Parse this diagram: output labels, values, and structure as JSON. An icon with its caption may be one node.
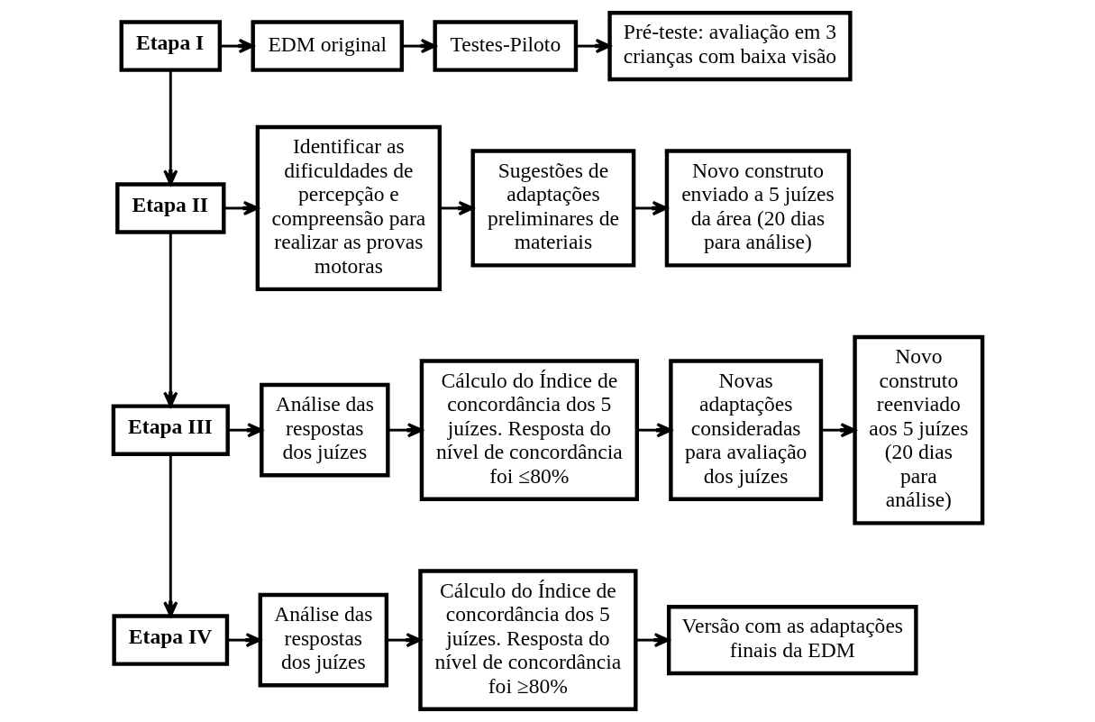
{
  "diagram": {
    "nodes": [
      {
        "text": [
          "Etapa I"
        ]
      },
      {
        "text": [
          "EDM original"
        ]
      },
      {
        "text": [
          "Testes-Piloto"
        ]
      },
      {
        "text": [
          "Pré-teste: avaliação em 3 crianças com baixa visão"
        ]
      },
      {
        "text": [
          "Etapa II"
        ]
      },
      {
        "text": [
          "Identificar as dificuldades de percepção e compreensão para realizar as provas motoras"
        ]
      },
      {
        "text": [
          "Sugestões de adaptações preliminares de materiais"
        ]
      },
      {
        "text": [
          "Novo construto enviado a 5 juízes da área (20 dias para análise)"
        ]
      },
      {
        "text": [
          "Etapa III"
        ]
      },
      {
        "text": [
          "Análise das respostas dos juízes"
        ]
      },
      {
        "text": [
          "Cálculo do Índice de concordância dos 5 juízes. Resposta do nível de concordância foi ≤80%"
        ]
      },
      {
        "text": [
          "Novas adaptações consideradas para avaliação dos juízes"
        ]
      },
      {
        "text": [
          "Novo construto reenviado aos 5 juízes (20 dias para análise)"
        ]
      },
      {
        "text": [
          "Etapa IV"
        ]
      },
      {
        "text": [
          "Análise das respostas dos juízes"
        ]
      },
      {
        "text": [
          "Cálculo do Índice de concordância dos 5 juízes. Resposta do nível de concordância foi ≥80%"
        ]
      },
      {
        "text": [
          "Versão com as adaptações finais da EDM"
        ]
      }
    ],
    "edges": [
      {
        "from": 0,
        "to": 1,
        "arrow": "to"
      },
      {
        "from": 1,
        "to": 2,
        "arrow": "to"
      },
      {
        "from": 2,
        "to": 3,
        "arrow": "to"
      },
      {
        "from": 0,
        "to": 4,
        "arrow": "to"
      },
      {
        "from": 4,
        "to": 5,
        "arrow": "to"
      },
      {
        "from": 5,
        "to": 6,
        "arrow": "to"
      },
      {
        "from": 6,
        "to": 7,
        "arrow": "to"
      },
      {
        "from": 4,
        "to": 8,
        "arrow": "to"
      },
      {
        "from": 8,
        "to": 9,
        "arrow": "to"
      },
      {
        "from": 9,
        "to": 10,
        "arrow": "to"
      },
      {
        "from": 10,
        "to": 11,
        "arrow": "to"
      },
      {
        "from": 11,
        "to": 12,
        "arrow": "to"
      },
      {
        "from": 8,
        "to": 13,
        "arrow": "to"
      },
      {
        "from": 13,
        "to": 14,
        "arrow": "to"
      },
      {
        "from": 14,
        "to": 15,
        "arrow": "to"
      },
      {
        "from": 15,
        "to": 16,
        "arrow": "to"
      }
    ]
  }
}
